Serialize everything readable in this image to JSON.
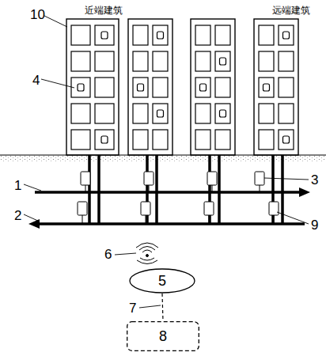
{
  "diagram": {
    "nodes": [
      {
        "text": [
          "5"
        ]
      },
      {
        "text": [
          "8"
        ]
      }
    ],
    "edges": [
      {
        "from": 0,
        "to": 1,
        "arrow": "none"
      }
    ],
    "labels": [
      "10",
      "近端建筑",
      "远端建筑",
      "4",
      "1",
      "3",
      "2",
      "9",
      "6",
      "7"
    ]
  }
}
